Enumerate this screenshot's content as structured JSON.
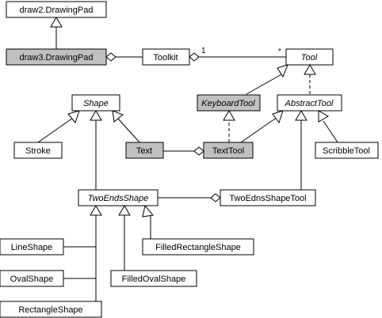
{
  "classes": {
    "draw2_drawingpad": "draw2.DrawingPad",
    "draw3_drawingpad": "draw3.DrawingPad",
    "toolkit": "Toolkit",
    "tool": "Tool",
    "shape": "Shape",
    "keyboard_tool": "KeyboardTool",
    "abstract_tool": "AbstractTool",
    "stroke": "Stroke",
    "text": "Text",
    "text_tool": "TextTool",
    "scribble_tool": "ScribbleTool",
    "two_ends_shape": "TwoEndsShape",
    "two_ends_shape_tool": "TwoEdnsShapeTool",
    "filled_rectangle_shape": "FilledRectangleShape",
    "line_shape": "LineShape",
    "oval_shape": "OvalShape",
    "filled_oval_shape": "FilledOvalShape",
    "rectangle_shape": "RectangleShape"
  },
  "multiplicities": {
    "toolkit_end": "1",
    "tool_end": "*"
  },
  "colors": {
    "highlight_fill": "#c0c0c0",
    "box_fill": "#ffffff",
    "stroke": "#000000"
  }
}
